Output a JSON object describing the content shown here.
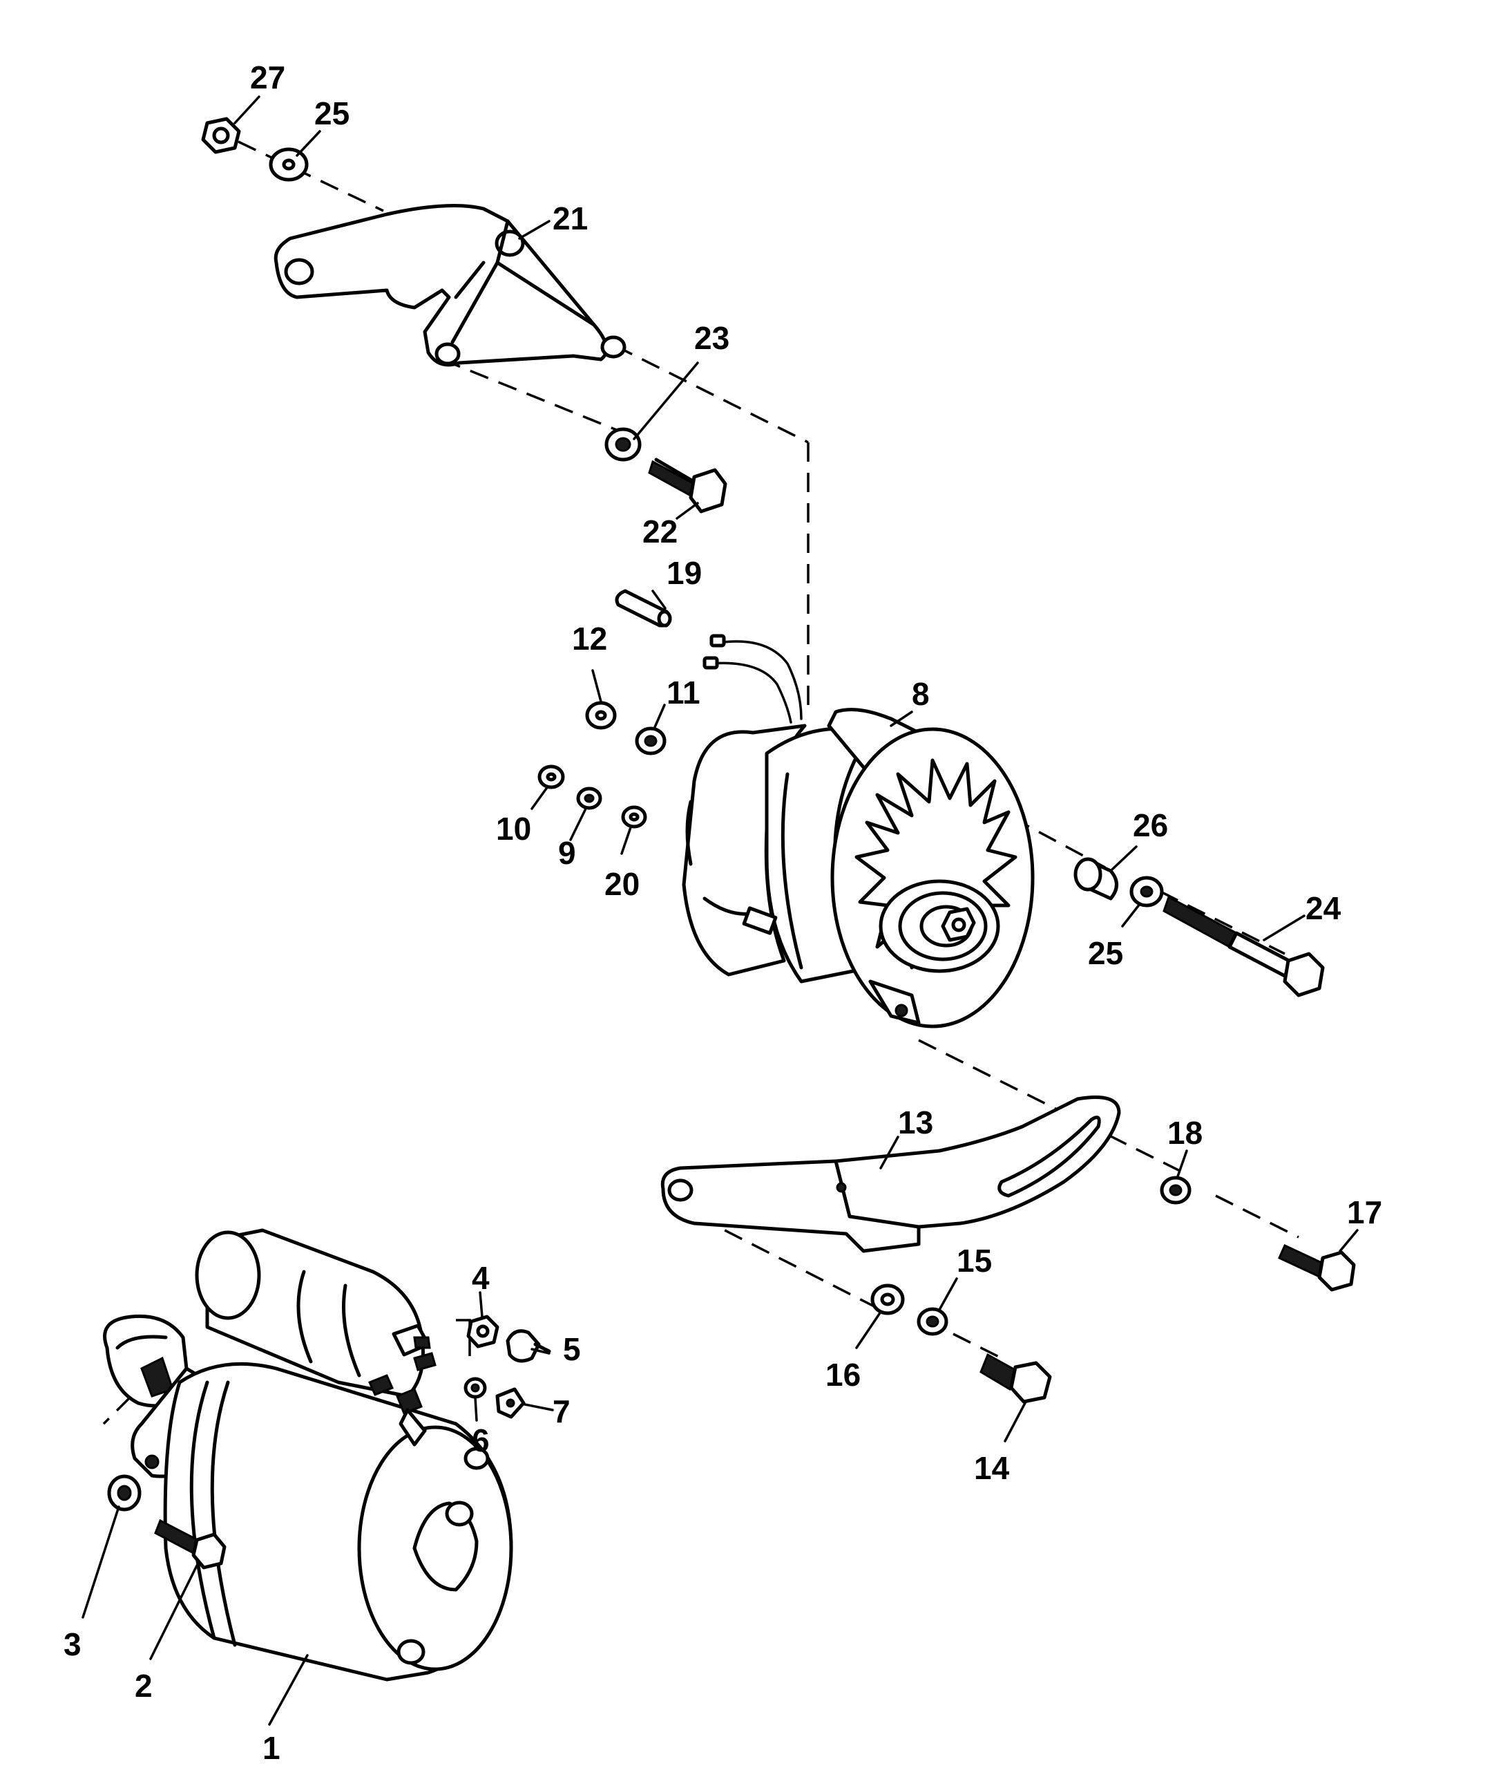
{
  "callouts": {
    "c1": "1",
    "c2": "2",
    "c3": "3",
    "c4": "4",
    "c5": "5",
    "c6": "6",
    "c7": "7",
    "c8": "8",
    "c9": "9",
    "c10": "10",
    "c11": "11",
    "c12": "12",
    "c13": "13",
    "c14": "14",
    "c15": "15",
    "c16": "16",
    "c17": "17",
    "c18": "18",
    "c19": "19",
    "c20": "20",
    "c21": "21",
    "c22": "22",
    "c23": "23",
    "c24": "24",
    "c25a": "25",
    "c25b": "25",
    "c26": "26",
    "c27": "27"
  },
  "colors": {
    "ink": "#000000",
    "paper": "#ffffff"
  }
}
